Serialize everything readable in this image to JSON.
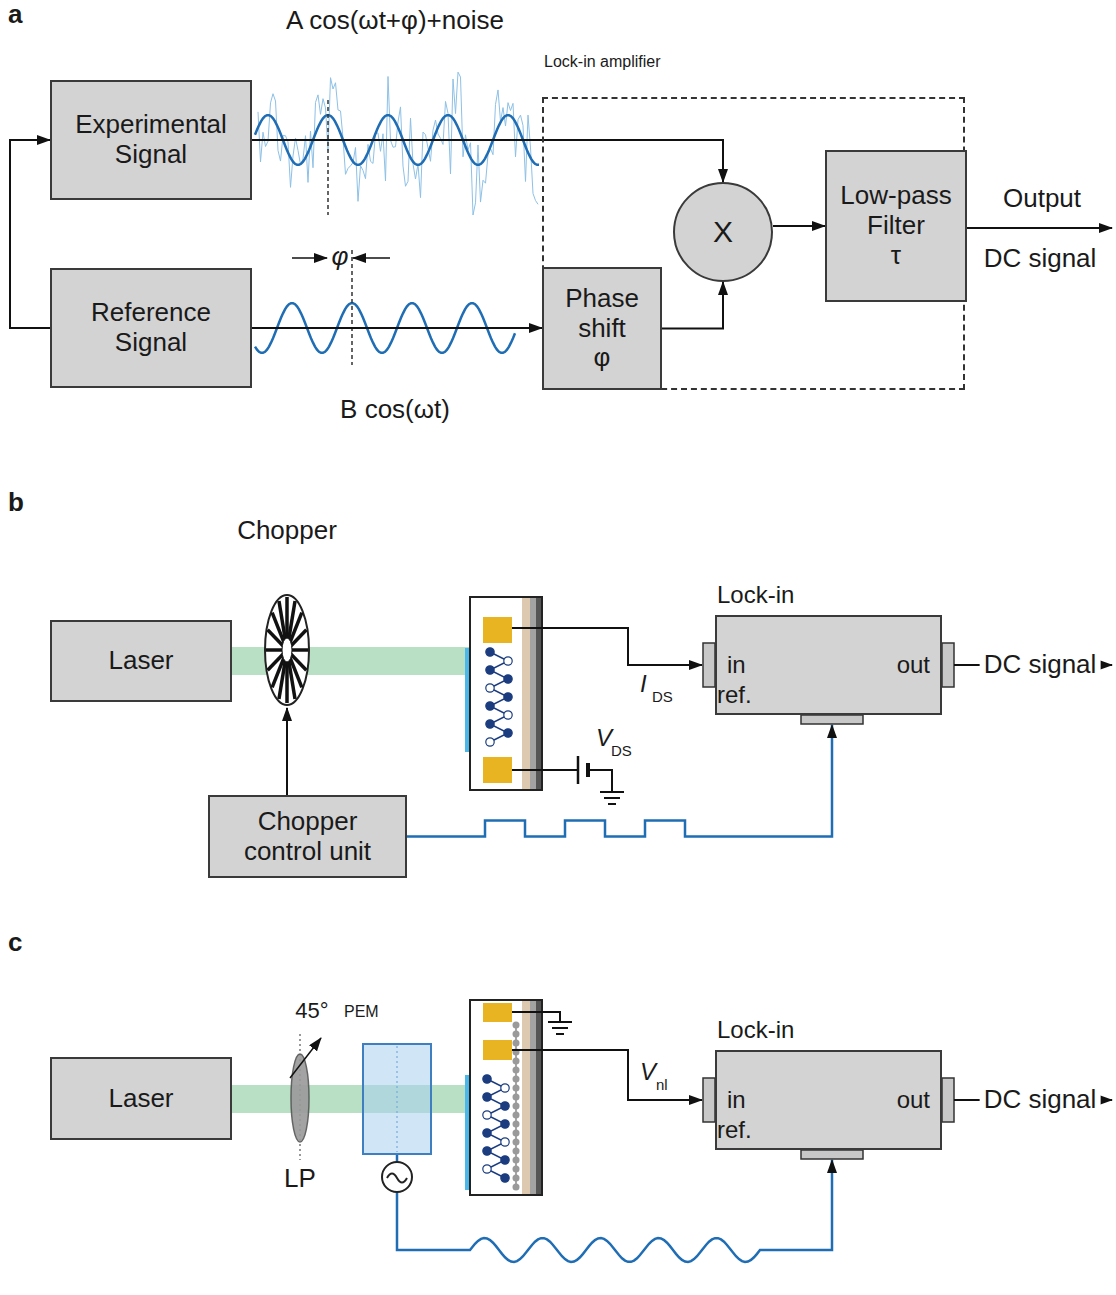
{
  "diagram": {
    "nodes": [
      {
        "text": [
          "Experimental Signal"
        ]
      },
      {
        "text": [
          "Reference Signal"
        ]
      },
      {
        "text": [
          "Lock-in amplifier"
        ]
      },
      {
        "text": [
          "X"
        ],
        "in": 2
      },
      {
        "text": [
          "Low-pass Filter",
          "τ"
        ],
        "in": 2
      },
      {
        "text": [
          "Phase shift",
          "φ"
        ],
        "in": 2
      },
      {
        "text": [
          "Laser"
        ]
      },
      {
        "text": [
          "Chopper control unit"
        ]
      },
      {
        "text": [
          "Lock-in",
          "in",
          "out",
          "ref."
        ]
      },
      {
        "text": [
          "Laser"
        ]
      },
      {
        "text": [
          "PEM"
        ]
      },
      {
        "text": [
          "Lock-in",
          "in",
          "out",
          "ref."
        ]
      }
    ],
    "edges": [
      {
        "from": 0,
        "to": 3,
        "arrow": "to"
      },
      {
        "from": 1,
        "to": 5,
        "arrow": "to"
      },
      {
        "from": 5,
        "to": 3,
        "arrow": "to"
      },
      {
        "from": 3,
        "to": 4,
        "arrow": "to"
      },
      {
        "from": 1,
        "to": 0,
        "arrow": "to"
      },
      {
        "from": 7,
        "to": 8,
        "arrow": "to"
      },
      {
        "from": 10,
        "to": 11,
        "arrow": "to"
      }
    ],
    "labels": [
      "a",
      "A cos(ωt+φ)+noise",
      "φ",
      "B cos(ωt)",
      "Output",
      "DC signal",
      "b",
      "Chopper",
      "I",
      "DS",
      "V",
      "DS",
      "DC signal",
      "c",
      "45°",
      "LP",
      "V",
      "nl",
      "DC signal"
    ]
  }
}
